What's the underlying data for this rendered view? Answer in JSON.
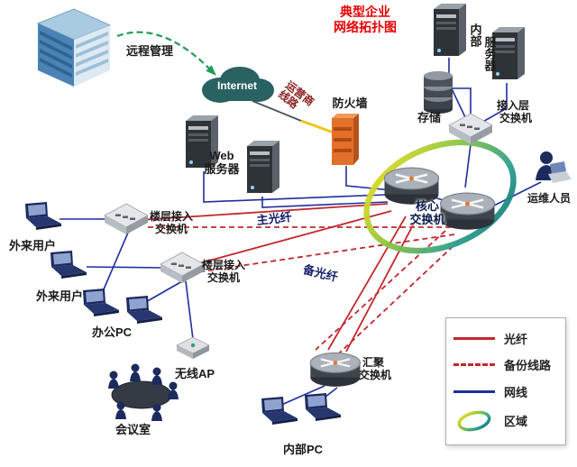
{
  "title": {
    "line1": "典型企业",
    "line2": "网络拓扑图"
  },
  "nodes": {
    "remote_mgmt": "远程管理",
    "internet": "Internet",
    "carrier_line": "运营商线路",
    "firewall": "防火墙",
    "web_server": {
      "line1": "Web",
      "line2": "服务器"
    },
    "internal_server": {
      "line1": "内部",
      "line2": "服务器"
    },
    "storage": "存储",
    "access_switch": {
      "line1": "接入层",
      "line2": "交换机"
    },
    "core_switch": {
      "line1": "核心",
      "line2": "交换机"
    },
    "ops_person": "运维人员",
    "floor_switch1": {
      "line1": "楼层接入",
      "line2": "交换机"
    },
    "floor_switch2": {
      "line1": "楼层接入",
      "line2": "交换机"
    },
    "external_user1": "外来用户",
    "external_user2": "外来用户",
    "office_pc": "办公PC",
    "wireless_ap": "无线AP",
    "meeting_room": "会议室",
    "agg_switch": {
      "line1": "汇聚",
      "line2": "交换机"
    },
    "internal_pc": "内部PC",
    "main_fiber": "主光纤",
    "backup_fiber": "备光纤"
  },
  "legend": {
    "items": [
      {
        "label": "光纤",
        "type": "fiber-solid"
      },
      {
        "label": "备份线路",
        "type": "fiber-dashed"
      },
      {
        "label": "网线",
        "type": "cable-solid"
      },
      {
        "label": "区域",
        "type": "zone-ring"
      }
    ]
  },
  "colors": {
    "fiber": "#c1272d",
    "backup_line": "#c1272d",
    "network_cable": "#1f2e9e",
    "carrier_segment": "#f2c41d",
    "title_red": "#e60000",
    "zone_ring": [
      "#f7e11e",
      "#8dc63f",
      "#2a9d8f",
      "#0f6f6f"
    ]
  }
}
